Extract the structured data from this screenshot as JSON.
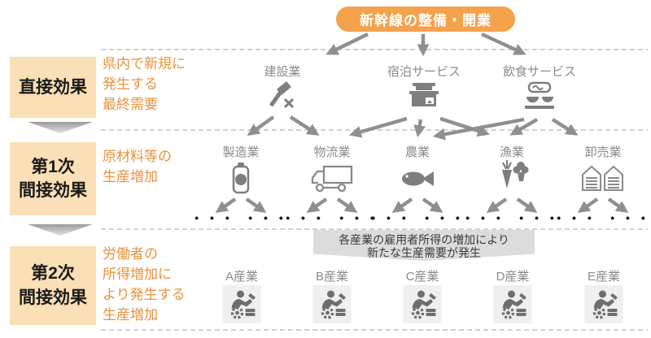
{
  "colors": {
    "accent_orange": "#F5A24C",
    "stage_box_bg": "#FBDFB6",
    "orange_text": "#E8933C",
    "gray_node": "#8A8A8A",
    "arrow_gray": "#8F8F8F",
    "callout_bg": "#DCDCDC"
  },
  "root": {
    "label": "新幹線の整備・開業"
  },
  "stages": [
    {
      "name": [
        "直接効果"
      ],
      "desc": [
        "県内で新規に",
        "発生する",
        "最終需要"
      ]
    },
    {
      "name": [
        "第1次",
        "間接効果"
      ],
      "desc": [
        "原材料等の",
        "生産増加"
      ]
    },
    {
      "name": [
        "第2次",
        "間接効果"
      ],
      "desc": [
        "労働者の",
        "所得増加に",
        "より発生する",
        "生産増加"
      ]
    }
  ],
  "tier1": {
    "items": [
      {
        "label": "建設業",
        "icon": "construction-icon"
      },
      {
        "label": "宿泊サービス",
        "icon": "hotel-icon"
      },
      {
        "label": "飲食サービス",
        "icon": "restaurant-icon"
      }
    ]
  },
  "tier2": {
    "items": [
      {
        "label": "製造業",
        "icon": "can-icon"
      },
      {
        "label": "物流業",
        "icon": "truck-icon"
      },
      {
        "label": "農業",
        "icon": "fish-icon"
      },
      {
        "label": "漁業",
        "icon": "vegetables-icon"
      },
      {
        "label": "卸売業",
        "icon": "warehouse-icon"
      }
    ]
  },
  "ellipsis": "• • •",
  "callout": {
    "lines": [
      "各産業の雇用者所得の増加により",
      "新たな生産需要が発生"
    ]
  },
  "tier3": {
    "items": [
      {
        "label": "A産業"
      },
      {
        "label": "B産業"
      },
      {
        "label": "C産業"
      },
      {
        "label": "D産業"
      },
      {
        "label": "E産業"
      }
    ]
  }
}
